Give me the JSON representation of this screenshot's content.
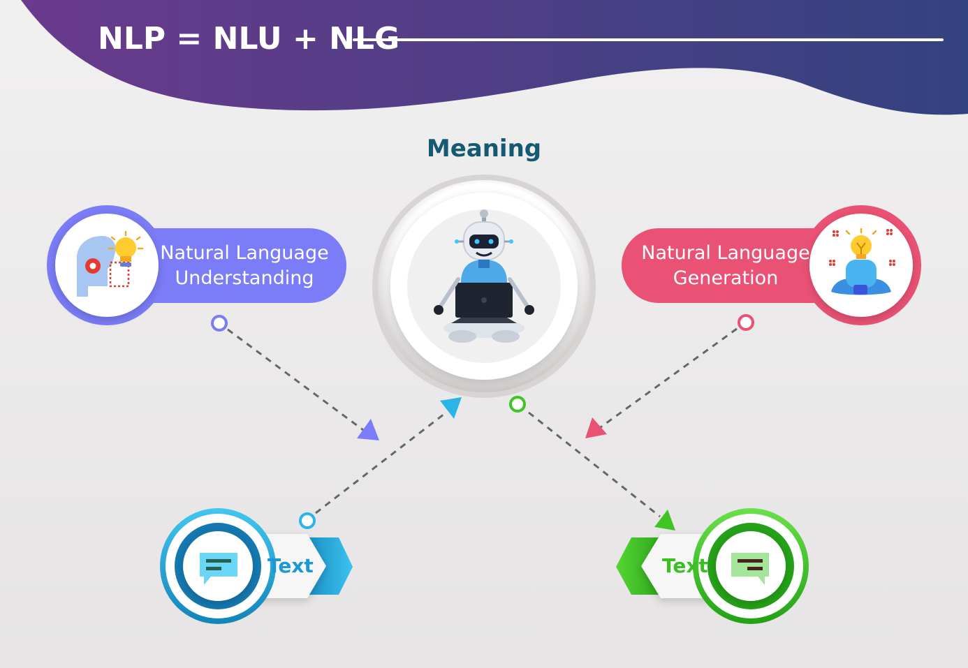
{
  "header": {
    "title": "NLP = NLU + NLG"
  },
  "center": {
    "label": "Meaning",
    "icon": "robot-with-laptop-icon"
  },
  "nlu": {
    "label_line1": "Natural Language",
    "label_line2": "Understanding",
    "color": "#7b7cf7",
    "icon": "head-with-lightbulb-icon"
  },
  "nlg": {
    "label_line1": "Natural Language",
    "label_line2": "Generation",
    "color": "#ea5275",
    "icon": "meditating-person-lightbulb-icon"
  },
  "text_input": {
    "label": "Text",
    "color": "#2bb5e6",
    "icon": "chat-bubble-icon"
  },
  "text_output": {
    "label": "Text",
    "color": "#3fc424",
    "icon": "chat-bubble-icon"
  },
  "colors": {
    "header_start": "#6a3a8c",
    "header_end": "#33437f",
    "meaning": "#155a72"
  }
}
